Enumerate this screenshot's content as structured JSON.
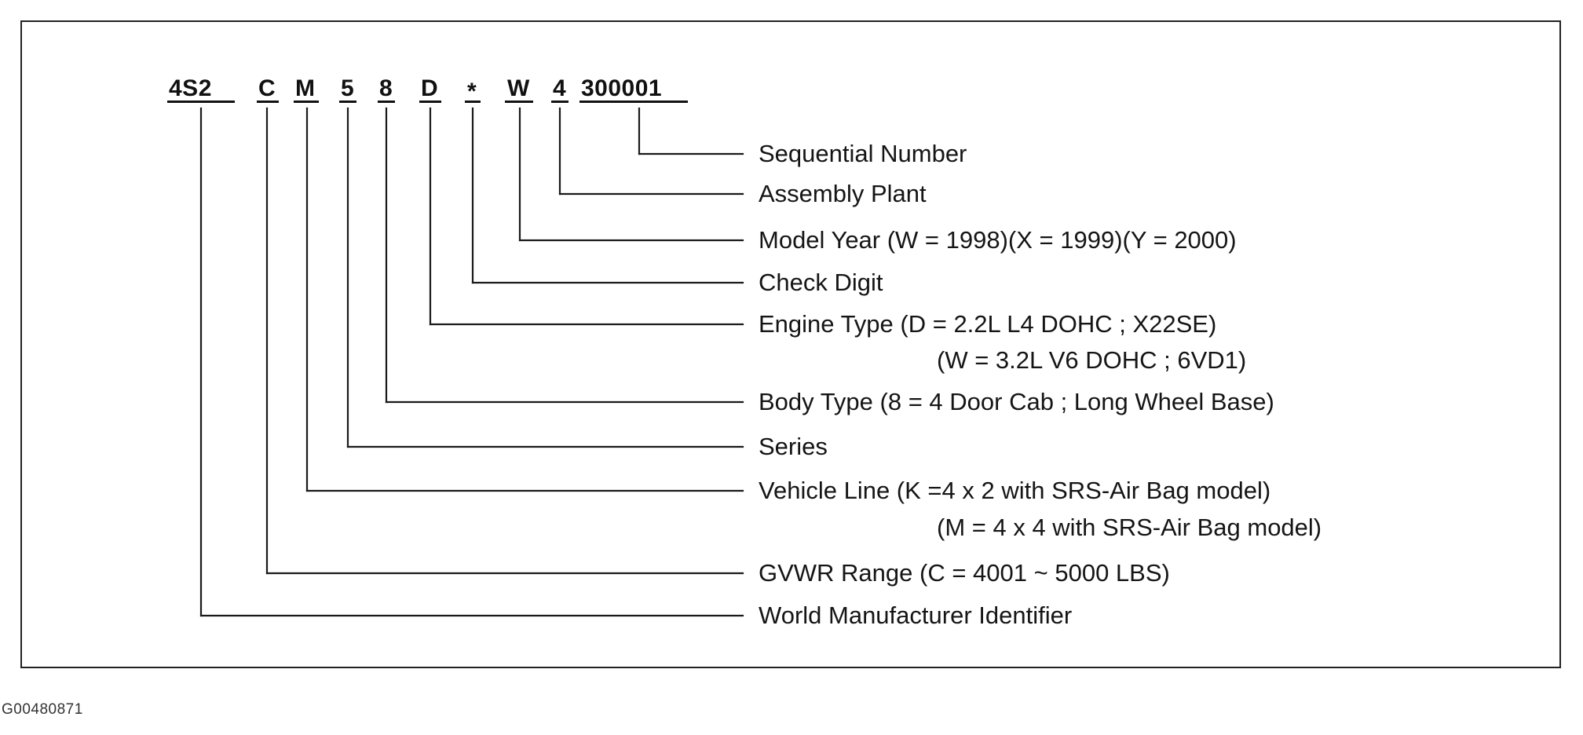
{
  "vin_segments": [
    {
      "id": "wmi",
      "text": "4S2"
    },
    {
      "id": "gvwr",
      "text": "C"
    },
    {
      "id": "line",
      "text": "M"
    },
    {
      "id": "series",
      "text": "5"
    },
    {
      "id": "body",
      "text": "8"
    },
    {
      "id": "engine",
      "text": "D"
    },
    {
      "id": "check",
      "text": "*"
    },
    {
      "id": "year",
      "text": "W"
    },
    {
      "id": "plant",
      "text": "4"
    },
    {
      "id": "seq",
      "text": "300001"
    }
  ],
  "descriptions": {
    "sequential": "Sequential Number",
    "plant": "Assembly Plant",
    "year": "Model Year (W = 1998)(X = 1999)(Y = 2000)",
    "check": "Check Digit",
    "engine_1": "Engine Type (D = 2.2L L4 DOHC ; X22SE)",
    "engine_2": "(W = 3.2L V6 DOHC ; 6VD1)",
    "body": "Body Type (8 = 4 Door Cab ; Long Wheel Base)",
    "series": "Series",
    "line_1": "Vehicle Line (K =4 x 2 with SRS-Air Bag model)",
    "line_2": "(M = 4 x 4 with SRS-Air Bag model)",
    "gvwr": "GVWR Range (C = 4001 ~ 5000 LBS)",
    "wmi": "World Manufacturer Identifier"
  },
  "figure_id": "G00480871"
}
